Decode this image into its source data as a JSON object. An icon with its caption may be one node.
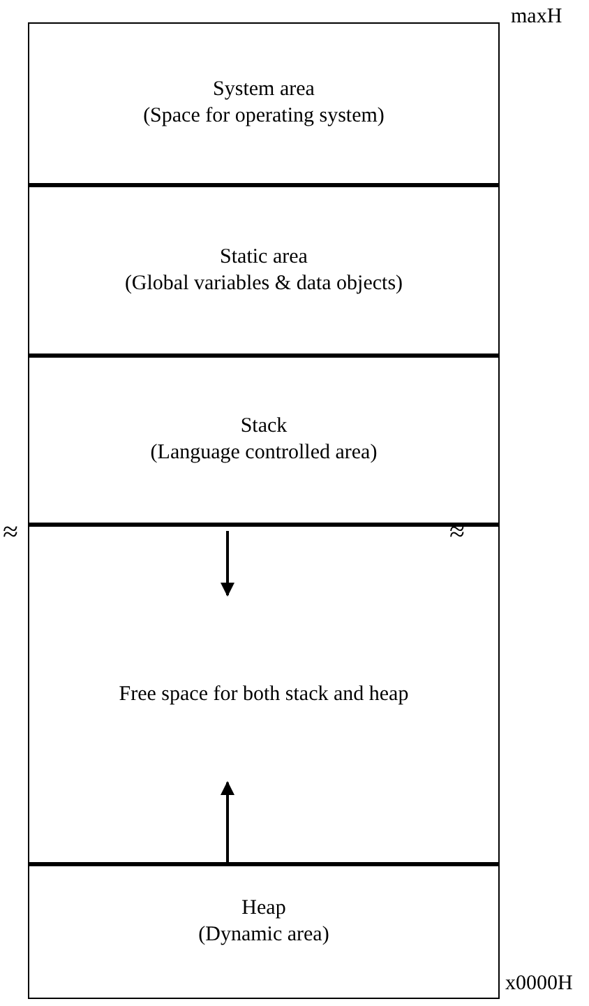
{
  "diagram": {
    "nodes": [
      {
        "text": [
          "System area",
          "(Space for operating system)"
        ]
      },
      {
        "text": [
          "Static area",
          "(Global variables & data objects)"
        ]
      },
      {
        "text": [
          "Stack",
          "(Language controlled area)"
        ]
      },
      {
        "text": [
          "Free space for both stack and heap"
        ]
      },
      {
        "text": [
          "Heap",
          "(Dynamic area)"
        ]
      }
    ],
    "edges": [],
    "labels": [
      "maxH",
      "≈",
      "≈",
      "x0000H"
    ]
  }
}
